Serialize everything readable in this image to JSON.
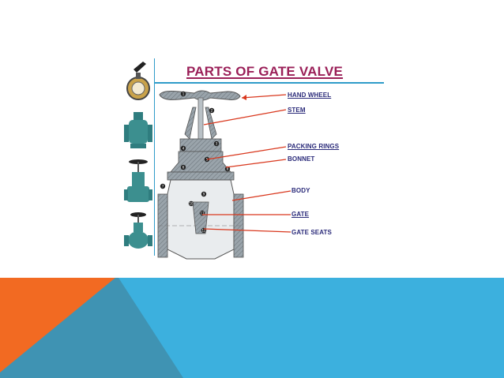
{
  "slide": {
    "title": "PARTS OF GATE VALVE"
  },
  "parts": [
    {
      "id": "hand-wheel",
      "label": "HAND WHEEL"
    },
    {
      "id": "stem",
      "label": "STEM"
    },
    {
      "id": "packing-rings",
      "label": "PACKING RINGS"
    },
    {
      "id": "bonnet",
      "label": "BONNET"
    },
    {
      "id": "body",
      "label": "BODY"
    },
    {
      "id": "gate",
      "label": "GATE"
    },
    {
      "id": "gate-seats",
      "label": "GATE SEATS"
    }
  ],
  "thumbnails": [
    {
      "icon": "butterfly-valve-icon"
    },
    {
      "icon": "check-valve-icon"
    },
    {
      "icon": "gate-valve-icon"
    },
    {
      "icon": "globe-valve-icon"
    }
  ],
  "callout_numbers": [
    "1",
    "2",
    "3",
    "4",
    "5",
    "6",
    "7",
    "8",
    "9",
    "10",
    "11",
    "12"
  ],
  "colors": {
    "title": "#9a1f58",
    "accent_blue": "#2e9bc9",
    "label_text": "#2b2b7a",
    "leader_line": "#d9381e",
    "band_orange": "#f26a22",
    "band_teal": "#3f93b3",
    "band_blue": "#3cb0de",
    "valve_steel": "#7f8b93",
    "thumb_teal": "#3c8f8f"
  }
}
